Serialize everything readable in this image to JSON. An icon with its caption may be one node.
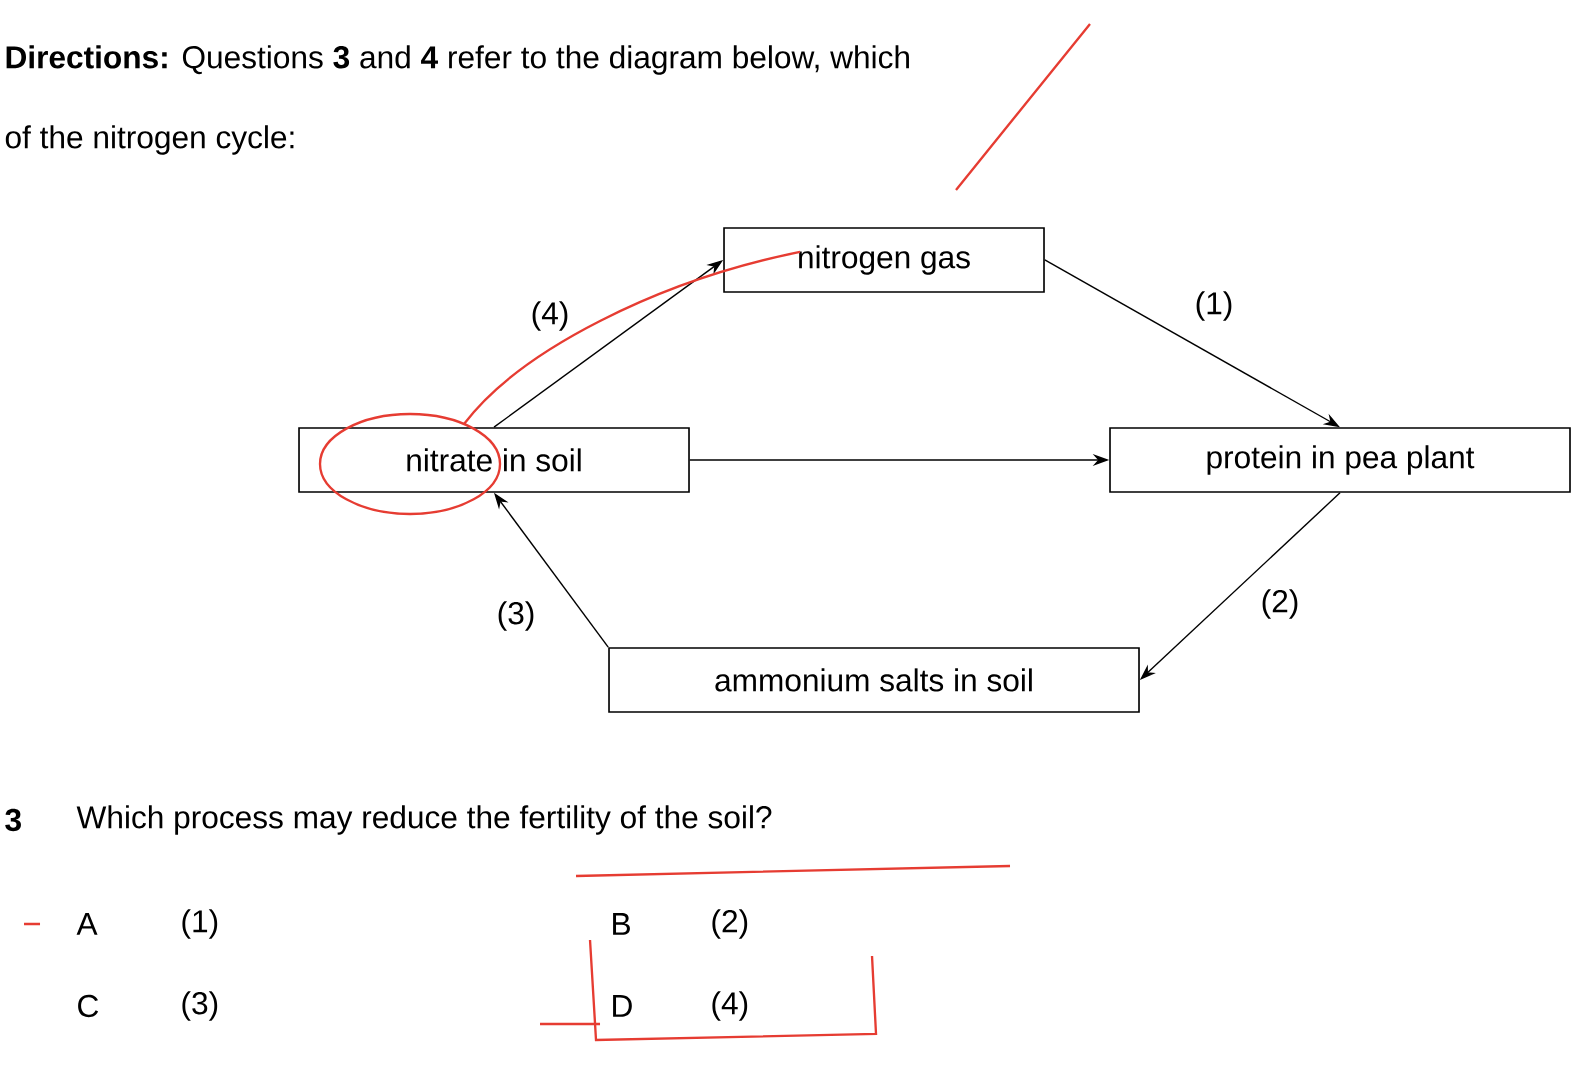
{
  "diagram": {
    "nodes": [
      {
        "text": [
          "nitrogen gas"
        ]
      },
      {
        "text": [
          "nitrate in soil"
        ]
      },
      {
        "text": [
          "protein in pea plant"
        ]
      },
      {
        "text": [
          "ammonium salts in soil"
        ]
      }
    ],
    "edges": [
      {
        "from": 0,
        "to": 2,
        "arrow": "to",
        "label": "(1)"
      },
      {
        "from": 2,
        "to": 3,
        "arrow": "to",
        "label": "(2)"
      },
      {
        "from": 3,
        "to": 1,
        "arrow": "to",
        "label": "(3)"
      },
      {
        "from": 1,
        "to": 0,
        "arrow": "to",
        "label": "(4)"
      },
      {
        "from": 1,
        "to": 2,
        "arrow": "to"
      }
    ],
    "labels": [
      "**Directions:** Questions **3** and **4** refer to the diagram below, which",
      "of the nitrogen cycle:",
      "3",
      "Which process may reduce the fertility of the soil?",
      "A",
      "(1)",
      "B",
      "(2)",
      "C",
      "(3)",
      "D",
      "(4)"
    ]
  }
}
